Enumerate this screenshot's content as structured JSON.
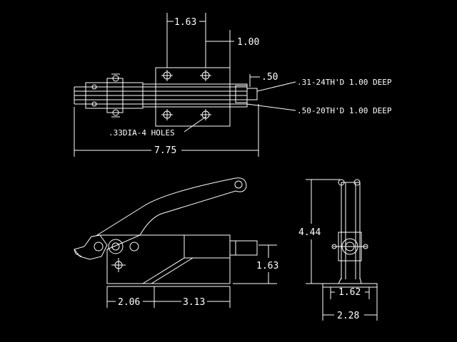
{
  "top_view": {
    "dim_1_63": "1.63",
    "dim_1_00": "1.00",
    "dim_0_50": ".50",
    "dim_7_75": "7.75",
    "note_thread_31": ".31-24TH'D 1.00 DEEP",
    "note_thread_50": ".50-20TH'D 1.00 DEEP",
    "note_holes": ".33DIA-4 HOLES"
  },
  "side_view": {
    "dim_2_06": "2.06",
    "dim_3_13": "3.13",
    "dim_1_63": "1.63"
  },
  "end_view": {
    "dim_4_44": "4.44",
    "dim_1_62": "1.62",
    "dim_2_28": "2.28"
  }
}
